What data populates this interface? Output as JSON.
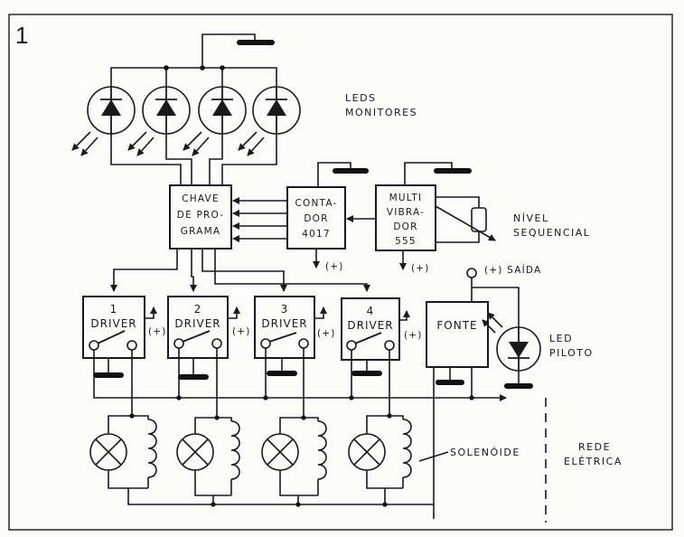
{
  "figure_number": "1",
  "labels": {
    "leds_line1": "LEDS",
    "leds_line2": "MONITORES",
    "chave": [
      "CHAVE",
      "DE PRO-",
      "GRAMA"
    ],
    "contador": [
      "CONTA-",
      "DOR",
      "4017"
    ],
    "multivibrador": [
      "MULTI",
      "VIBRA-",
      "DOR",
      "555"
    ],
    "nivel_line1": "NÍVEL",
    "nivel_line2": "SEQUENCIAL",
    "plus": "(+)",
    "saida": "(+) SAÍDA",
    "fonte": "FONTE",
    "led_piloto_line1": "LED",
    "led_piloto_line2": "PILOTO",
    "solenoide": "SOLENÓIDE",
    "rede_line1": "REDE",
    "rede_line2": "ELÉTRICA",
    "driver": "DRIVER"
  },
  "drivers": [
    {
      "number": "1"
    },
    {
      "number": "2"
    },
    {
      "number": "3"
    },
    {
      "number": "4"
    }
  ]
}
